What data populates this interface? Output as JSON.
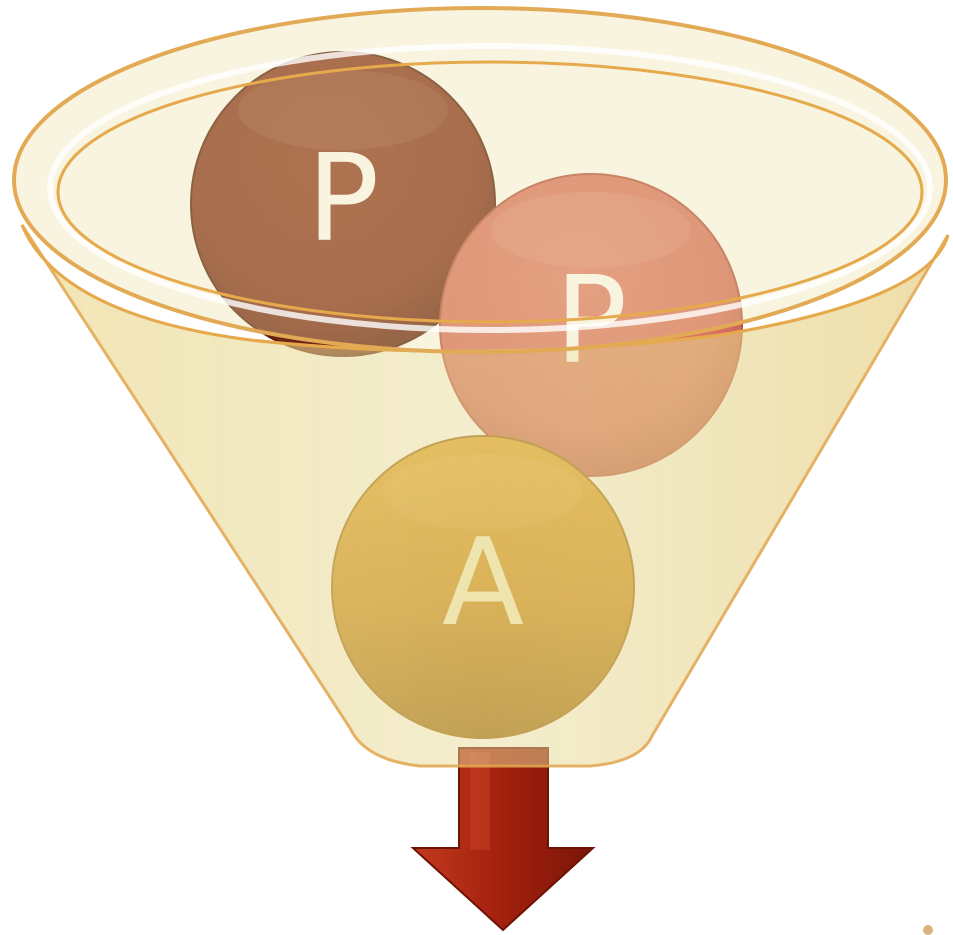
{
  "diagram": {
    "balls": [
      {
        "label": "P",
        "color": "#84311f",
        "text_color": "#ffffff"
      },
      {
        "label": "P",
        "color": "#d87162",
        "text_color": "#ffffff"
      },
      {
        "label": "A",
        "color": "#c98718",
        "text_color": "#f4ecc0"
      }
    ],
    "funnel_color": "#e8dc9c",
    "funnel_rim_color": "#e3aa55",
    "arrow_color": "#a3200e"
  }
}
